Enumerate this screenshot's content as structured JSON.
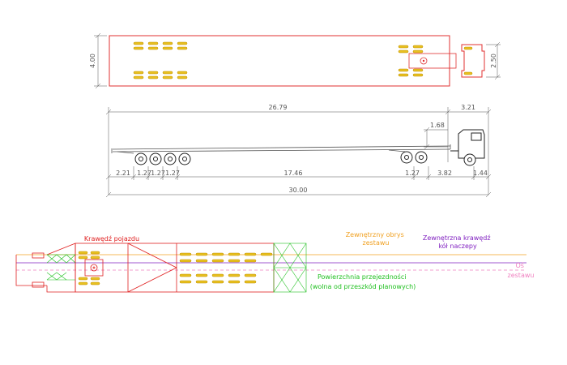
{
  "top_view": {
    "width_label": "4.00",
    "tractor_width_label": "2.50"
  },
  "side_view": {
    "overall_upper": "26.79",
    "front_overhang_upper": "3.21",
    "kingpin_height": "1.68",
    "segments": [
      "2.21",
      "1.27",
      "1.27",
      "1.27",
      "17.46",
      "1.27",
      "3.82",
      "1.44"
    ],
    "total_length": "30.00"
  },
  "plan": {
    "labels": {
      "vehicle_edge": "Krawędź pojazdu",
      "outer_contour": "Zewnętrzny obrys\nzestawu",
      "outer_wheel_edge": "Zewnętrzna krawędź\nkół naczepy",
      "axis": "Oś\nzestawu",
      "swept_area": "Powierzchnia przejezdności\n(wolna od przeszkód planowych)"
    },
    "colors": {
      "vehicle_edge": "#e02020",
      "outer_contour": "#f0a020",
      "outer_wheel_edge": "#8020c0",
      "axis": "#f080c0",
      "swept_area": "#20c020"
    }
  },
  "colors": {
    "outline": "#e03030",
    "wheels": "#e8c020",
    "dimension": "#555555"
  }
}
